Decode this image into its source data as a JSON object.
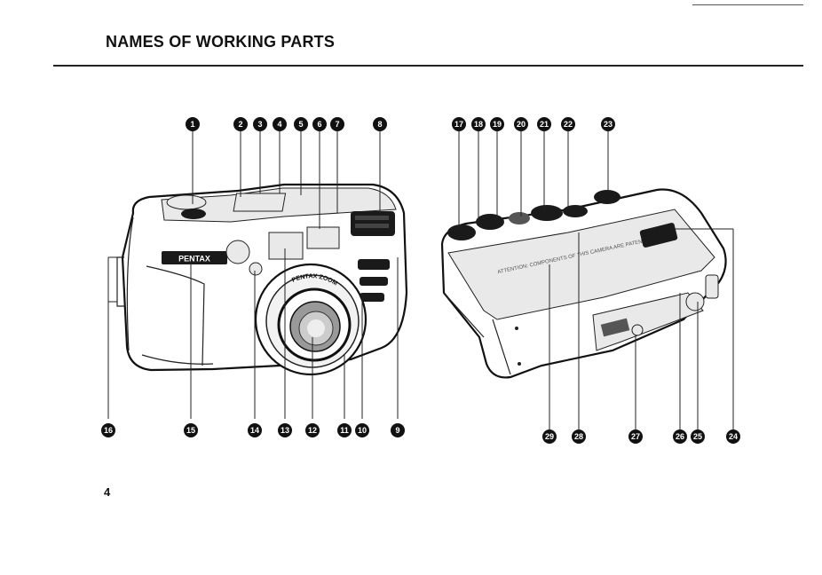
{
  "page": {
    "title": "NAMES OF WORKING PARTS",
    "page_number": "4"
  },
  "callouts": {
    "front_camera": [
      "1",
      "2",
      "3",
      "4",
      "5",
      "6",
      "7",
      "8",
      "9",
      "10",
      "11",
      "12",
      "13",
      "14",
      "15",
      "16"
    ],
    "back_camera": [
      "17",
      "18",
      "19",
      "20",
      "21",
      "22",
      "23",
      "24",
      "25",
      "26",
      "27",
      "28",
      "29"
    ]
  },
  "camera_front": {
    "brand_logo": "PENTAX",
    "lens_label": "PENTAX ZOOM"
  },
  "camera_back": {
    "label_text": "ATTENTION: COMPONENTS OF THIS CAMERA ARE PATENTED"
  },
  "colors": {
    "ink": "#111111",
    "paper": "#ffffff"
  }
}
